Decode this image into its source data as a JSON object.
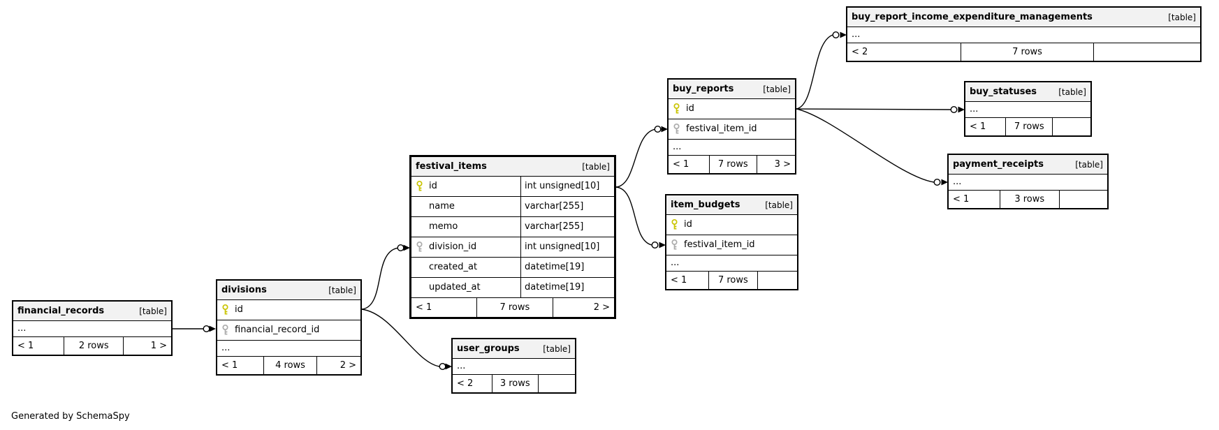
{
  "page": {
    "generator_note": "Generated by SchemaSpy"
  },
  "colors": {
    "background": "#ffffff",
    "table_border": "#000000",
    "header_background": "#f2f2f2",
    "primary_key_icon": "#c9c400",
    "foreign_key_icon": "#ababab",
    "connector": "#000000"
  },
  "tables": {
    "financial_records": {
      "name": "financial_records",
      "tag": "[table]",
      "ellipsis": "...",
      "footer": {
        "left": "< 1",
        "center": "2 rows",
        "right": "1 >"
      }
    },
    "divisions": {
      "name": "divisions",
      "tag": "[table]",
      "ellipsis": "...",
      "columns": [
        {
          "name": "id",
          "key": "pk"
        },
        {
          "name": "financial_record_id",
          "key": "fk"
        }
      ],
      "footer": {
        "left": "< 1",
        "center": "4 rows",
        "right": "2 >"
      }
    },
    "festival_items": {
      "name": "festival_items",
      "tag": "[table]",
      "columns": [
        {
          "name": "id",
          "type": "int unsigned[10]",
          "key": "pk"
        },
        {
          "name": "name",
          "type": "varchar[255]",
          "key": ""
        },
        {
          "name": "memo",
          "type": "varchar[255]",
          "key": ""
        },
        {
          "name": "division_id",
          "type": "int unsigned[10]",
          "key": "fk"
        },
        {
          "name": "created_at",
          "type": "datetime[19]",
          "key": ""
        },
        {
          "name": "updated_at",
          "type": "datetime[19]",
          "key": ""
        }
      ],
      "footer": {
        "left": "< 1",
        "center": "7 rows",
        "right": "2 >"
      }
    },
    "user_groups": {
      "name": "user_groups",
      "tag": "[table]",
      "ellipsis": "...",
      "footer": {
        "left": "< 2",
        "center": "3 rows",
        "right": ""
      }
    },
    "buy_reports": {
      "name": "buy_reports",
      "tag": "[table]",
      "ellipsis": "...",
      "columns": [
        {
          "name": "id",
          "key": "pk"
        },
        {
          "name": "festival_item_id",
          "key": "fk"
        }
      ],
      "footer": {
        "left": "< 1",
        "center": "7 rows",
        "right": "3 >"
      }
    },
    "item_budgets": {
      "name": "item_budgets",
      "tag": "[table]",
      "ellipsis": "...",
      "columns": [
        {
          "name": "id",
          "key": "pk"
        },
        {
          "name": "festival_item_id",
          "key": "fk"
        }
      ],
      "footer": {
        "left": "< 1",
        "center": "7 rows",
        "right": ""
      }
    },
    "buy_report_income_expenditure_managements": {
      "name": "buy_report_income_expenditure_managements",
      "tag": "[table]",
      "ellipsis": "...",
      "footer": {
        "left": "< 2",
        "center": "7 rows",
        "right": ""
      }
    },
    "buy_statuses": {
      "name": "buy_statuses",
      "tag": "[table]",
      "ellipsis": "...",
      "footer": {
        "left": "< 1",
        "center": "7 rows",
        "right": ""
      }
    },
    "payment_receipts": {
      "name": "payment_receipts",
      "tag": "[table]",
      "ellipsis": "...",
      "footer": {
        "left": "< 1",
        "center": "3 rows",
        "right": ""
      }
    }
  },
  "relationships": [
    {
      "from": "financial_records",
      "to": "divisions.financial_record_id"
    },
    {
      "from": "divisions.id",
      "to": "festival_items.division_id"
    },
    {
      "from": "divisions.id",
      "to": "user_groups"
    },
    {
      "from": "festival_items.id",
      "to": "buy_reports.festival_item_id"
    },
    {
      "from": "festival_items.id",
      "to": "item_budgets.festival_item_id"
    },
    {
      "from": "buy_reports.id",
      "to": "buy_report_income_expenditure_managements"
    },
    {
      "from": "buy_reports.id",
      "to": "buy_statuses"
    },
    {
      "from": "buy_reports.id",
      "to": "payment_receipts"
    }
  ]
}
